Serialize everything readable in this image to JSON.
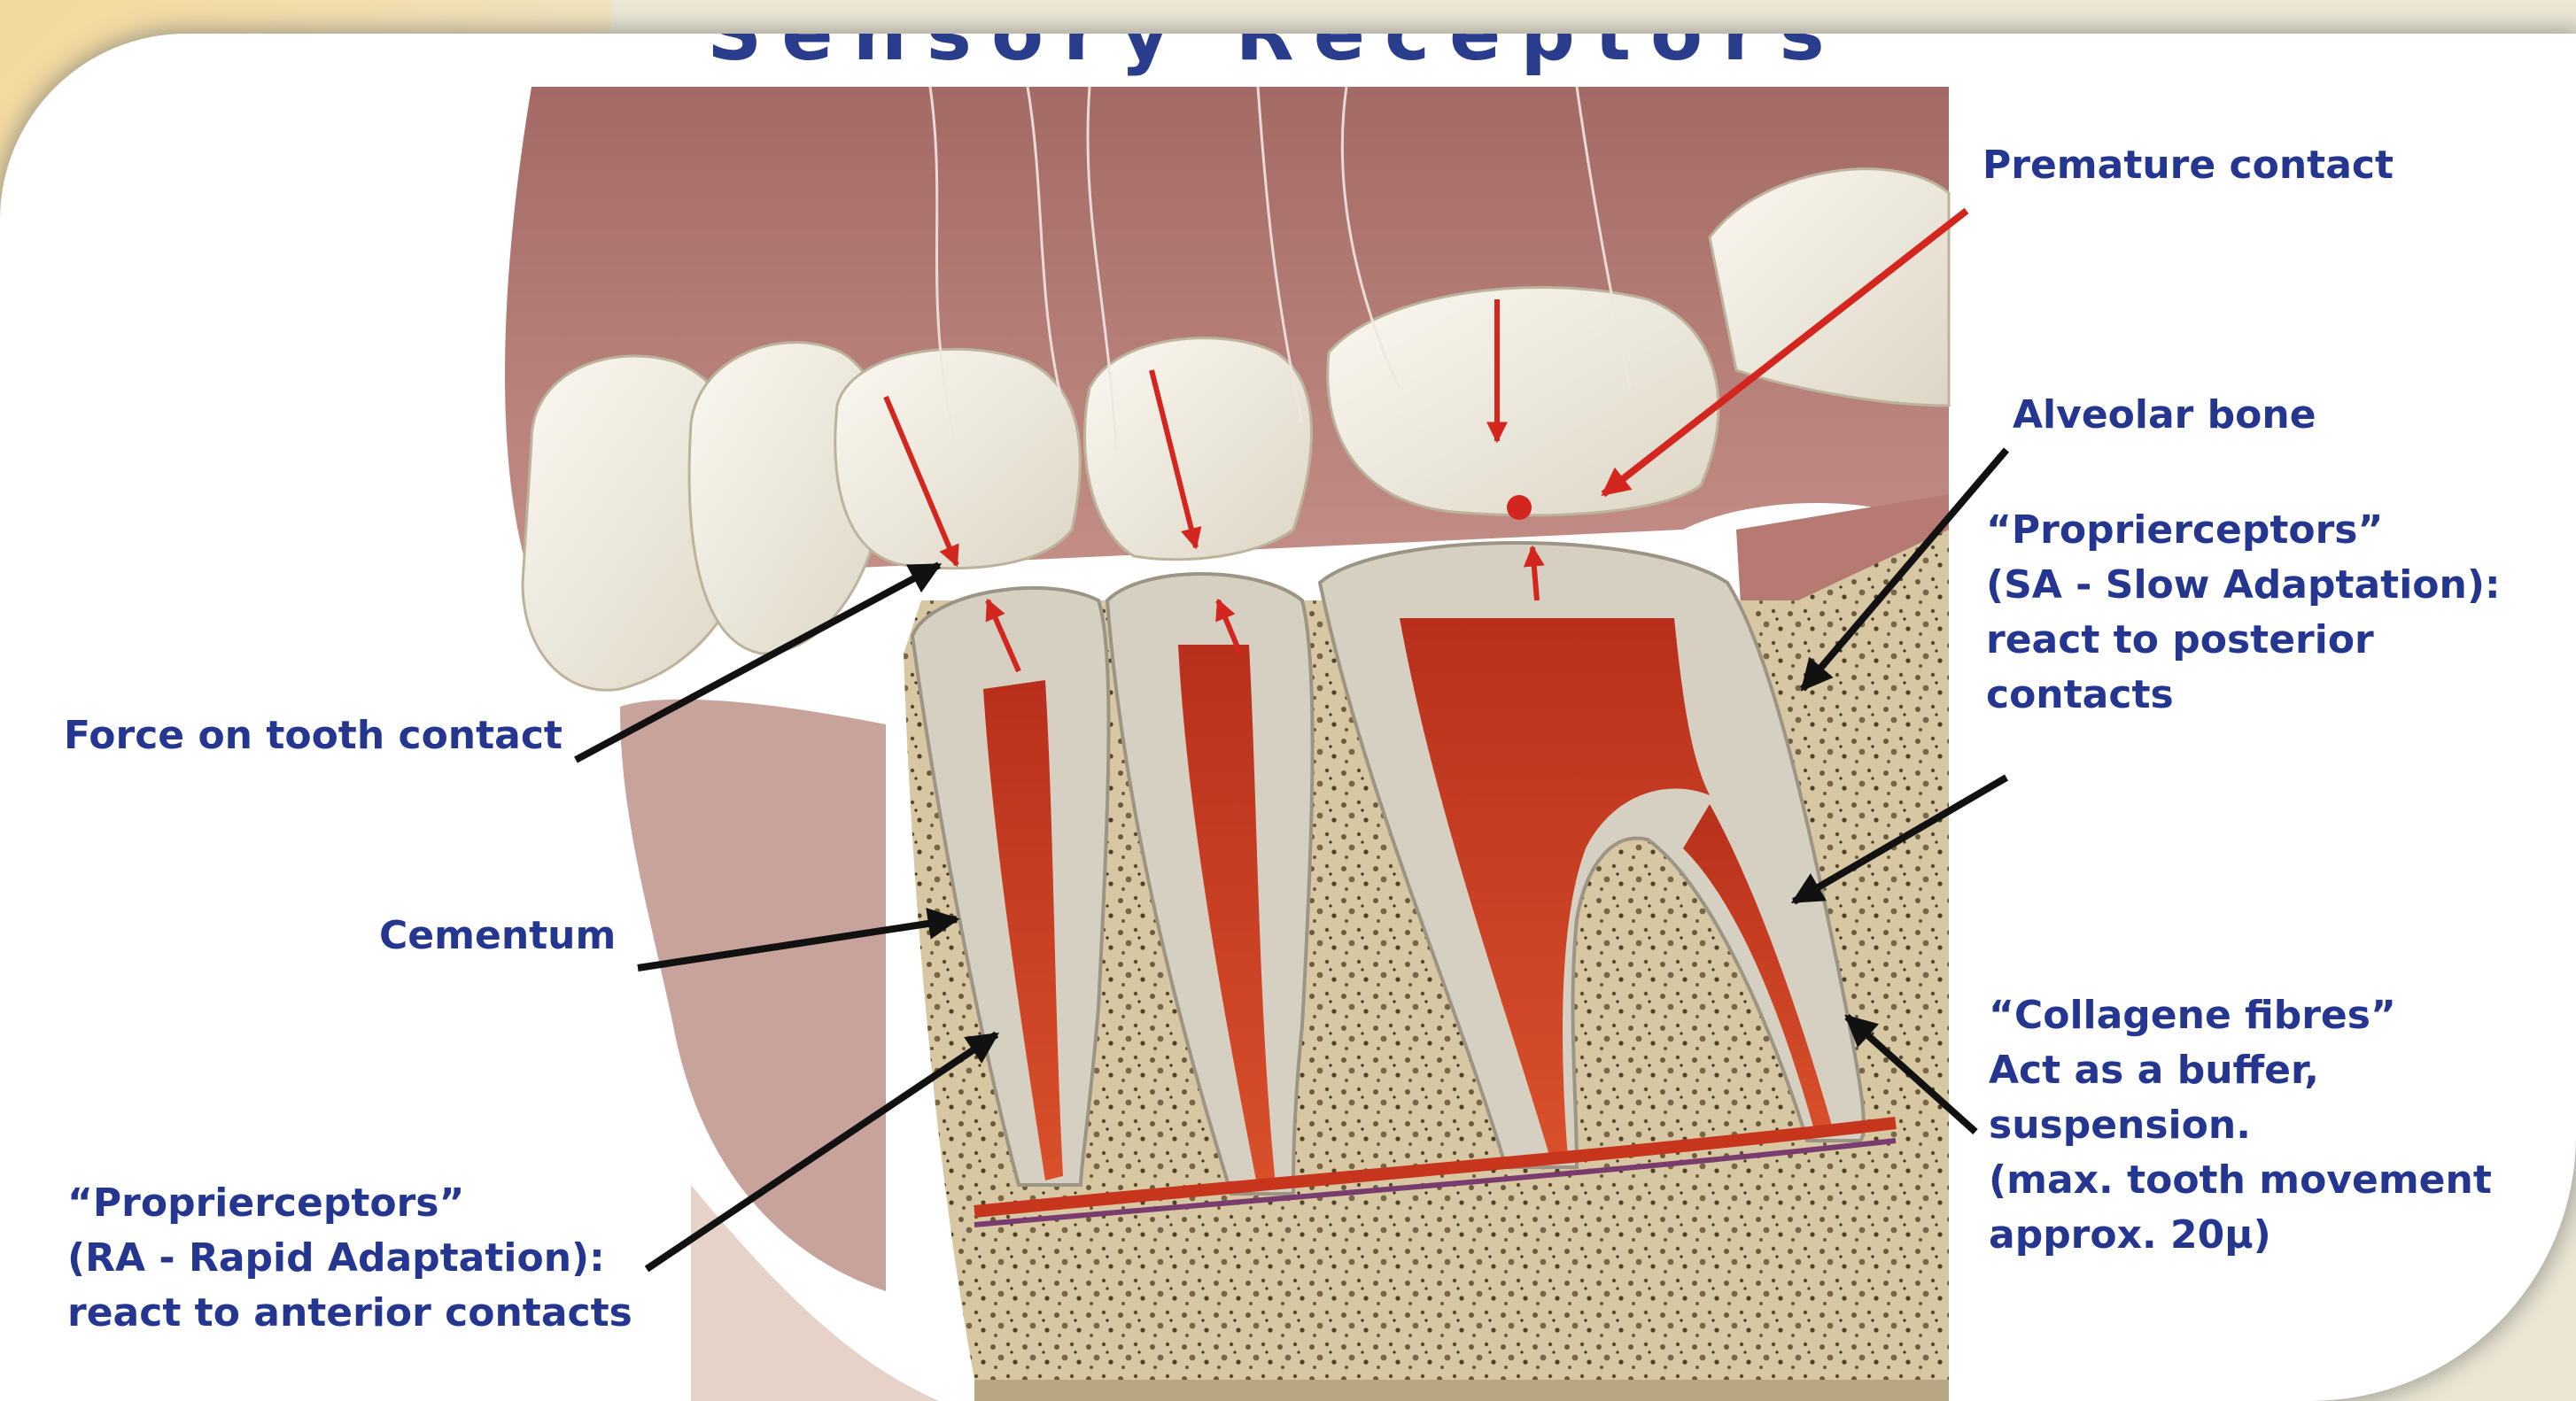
{
  "slide": {
    "title_fragment": "Sensory Receptors"
  },
  "labels": {
    "premature_contact": "Premature contact",
    "alveolar_bone": "Alveolar bone",
    "sa_proprioceptors": [
      "“Proprierceptors”",
      "(SA - Slow Adaptation):",
      "react to posterior",
      "contacts"
    ],
    "force_on_tooth": "Force on tooth contact",
    "cementum": "Cementum",
    "collagen_fibres": [
      "“Collagene fibres”",
      "Act as a buffer,",
      "suspension.",
      "(max. tooth movement",
      "approx. 20μ)"
    ],
    "ra_proprioceptors": [
      "“Proprierceptors”",
      "(RA - Rapid Adaptation):",
      "react to anterior contacts"
    ]
  },
  "colors": {
    "label_text": "#253691",
    "gum": "#b07a74",
    "enamel": "#f3efe6",
    "pulp": "#c9391f",
    "bone": "#d9c9a7",
    "force_arrow": "#d3261f",
    "pointer_arrow": "#111111"
  }
}
